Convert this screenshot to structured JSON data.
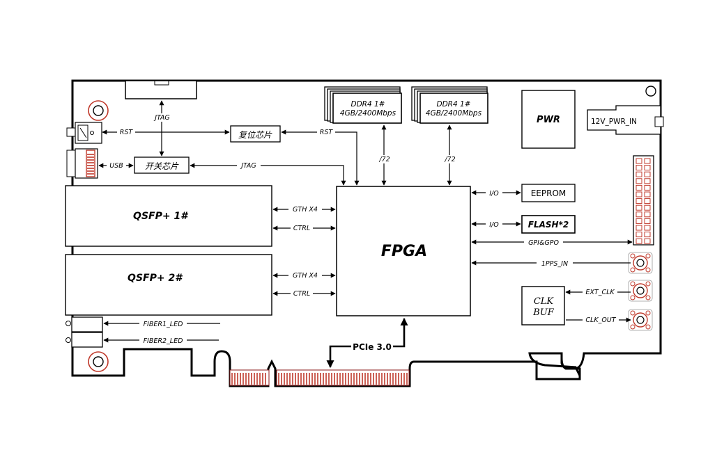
{
  "board": {
    "fpga": "FPGA",
    "pwr": "PWR",
    "power_in": "12V_PWR_IN",
    "ddr_a": {
      "line1": "DDR4 1#",
      "line2": "4GB/2400Mbps",
      "bus": "/72"
    },
    "ddr_b": {
      "line1": "DDR4 1#",
      "line2": "4GB/2400Mbps",
      "bus": "/72"
    },
    "eeprom": {
      "label": "EEPROM",
      "link": "I/O"
    },
    "flash": {
      "label": "FLASH*2",
      "link": "I/O"
    },
    "gpio": "GPI&GPO",
    "pps": "1PPS_IN",
    "ext_clk": "EXT_CLK",
    "clk_out": "CLK_OUT",
    "clkbuf": {
      "line1": "CLK",
      "line2": "BUF"
    },
    "qsfp1": {
      "label": "QSFP+  1#",
      "gth": "GTH X4",
      "ctrl": "CTRL"
    },
    "qsfp2": {
      "label": "QSFP+  2#",
      "gth": "GTH X4",
      "ctrl": "CTRL"
    },
    "reset_chip": "复位芯片",
    "switch_chip": "开关芯片",
    "jtag_top": "JTAG",
    "jtag_mid": "JTAG",
    "rst_left": "RST",
    "rst_right": "RST",
    "usb": "USB",
    "fiber1": "FIBER1_LED",
    "fiber2": "FIBER2_LED",
    "pcie": "PCIe 3.0"
  }
}
